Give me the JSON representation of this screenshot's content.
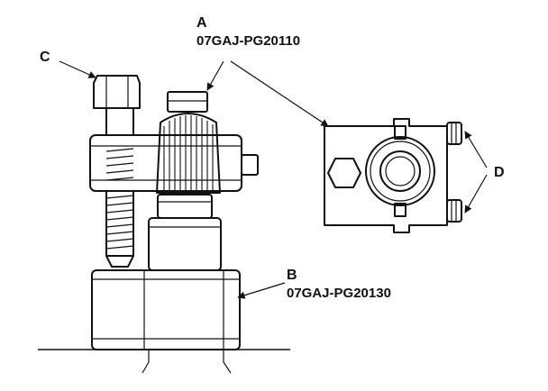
{
  "callouts": {
    "a": {
      "letter": "A",
      "part_number": "07GAJ-PG20110"
    },
    "b": {
      "letter": "B",
      "part_number": "07GAJ-PG20130"
    },
    "c": {
      "letter": "C"
    },
    "d": {
      "letter": "D"
    }
  }
}
